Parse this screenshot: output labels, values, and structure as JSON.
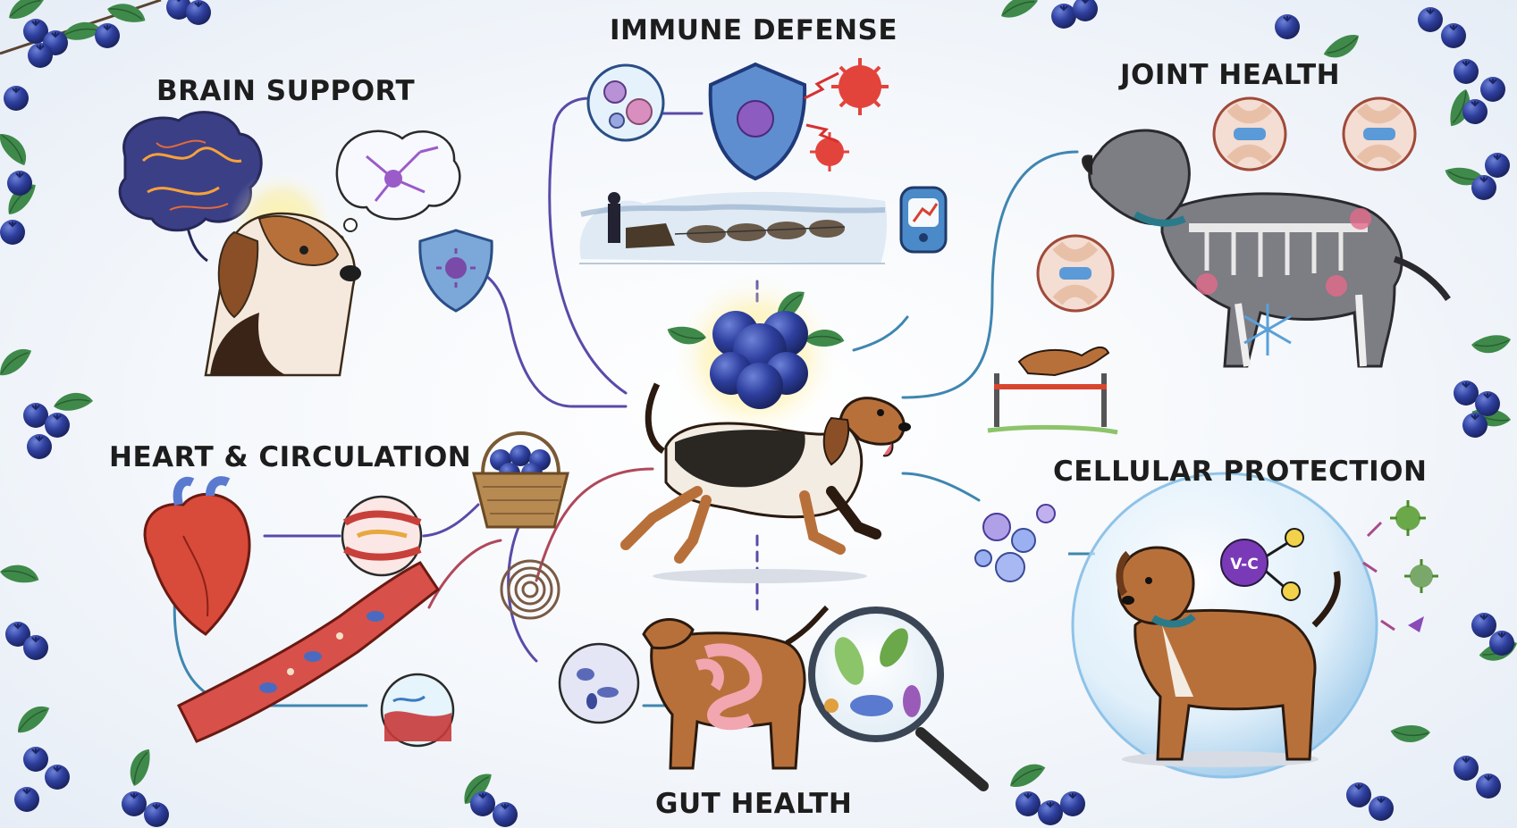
{
  "headings": {
    "brain": "BRAIN SUPPORT",
    "immune": "IMMUNE DEFENSE",
    "joint": "JOINT HEALTH",
    "heart": "HEART & CIRCULATION",
    "cellular": "CELLULAR PROTECTION",
    "gut": "GUT HEALTH"
  },
  "labels": {
    "molecule": "V-C"
  },
  "colors": {
    "blueberry": "#2e3f9e",
    "leaf": "#3f8a4a",
    "connector_purple": "#5a4aa8",
    "connector_blue": "#3f86b0",
    "connector_red": "#b0485a",
    "dog_tan": "#b8703a"
  }
}
